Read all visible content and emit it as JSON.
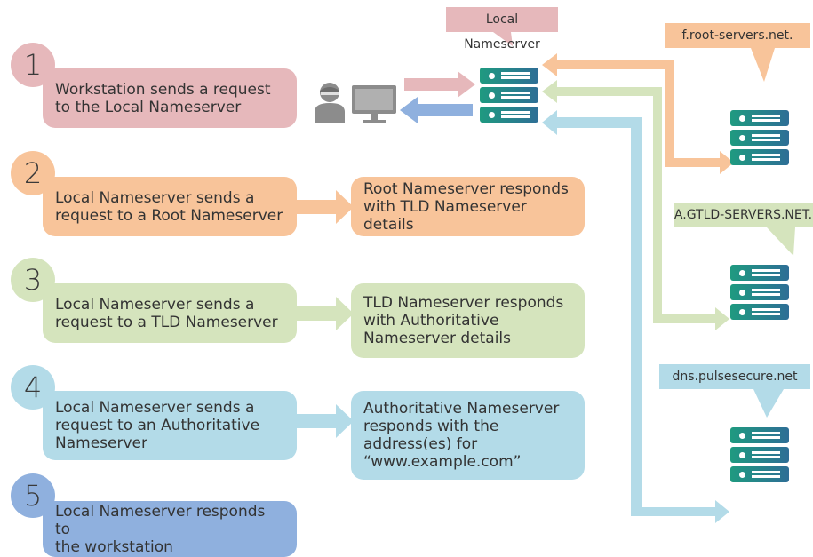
{
  "steps": [
    {
      "number": "1",
      "text": "Workstation sends a request to the Local Nameserver",
      "lines": [
        "Workstation sends a request",
        "to the Local Nameserver"
      ]
    },
    {
      "number": "2",
      "lines": [
        "Local Nameserver sends a",
        "request to a Root Nameserver"
      ],
      "response": [
        "Root Nameserver responds",
        "with TLD Nameserver details"
      ]
    },
    {
      "number": "3",
      "lines": [
        "Local Nameserver sends a",
        "request to a TLD Nameserver"
      ],
      "response": [
        "TLD Nameserver responds",
        "with Authoritative",
        "Nameserver details"
      ]
    },
    {
      "number": "4",
      "lines": [
        "Local Nameserver sends a",
        "request to an Authoritative",
        "Nameserver"
      ],
      "response": [
        "Authoritative Nameserver",
        "responds with the",
        "address(es) for",
        "“www.example.com”"
      ]
    },
    {
      "number": "5",
      "lines": [
        "Local Nameserver responds to",
        "the workstation"
      ]
    }
  ],
  "labels": {
    "local": "Local Nameserver",
    "root": "f.root-servers.net.",
    "tld": "A.GTLD-SERVERS.NET.",
    "auth": "dns.pulsesecure.net"
  },
  "colors": {
    "step1": "#e6b8bb",
    "step2": "#f8c49a",
    "step3": "#d5e4bd",
    "step4": "#b3dbe8",
    "step5": "#8fb0de"
  }
}
